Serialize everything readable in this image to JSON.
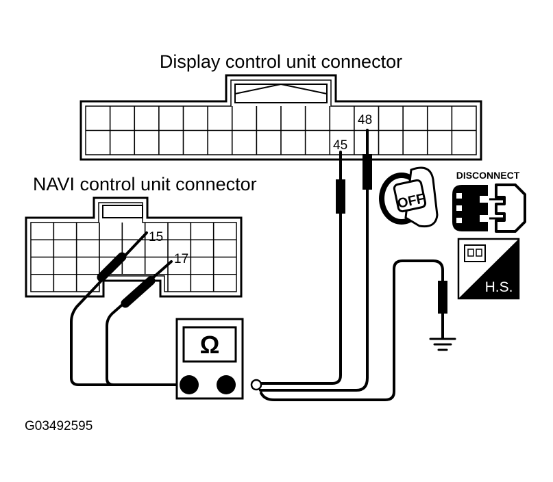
{
  "display_connector": {
    "label": "Display control unit connector",
    "pins": [
      "45",
      "48"
    ]
  },
  "navi_connector": {
    "label": "NAVI control unit connector",
    "pins": [
      "15",
      "17"
    ]
  },
  "ignition": {
    "text": "OFF",
    "icon": "ignition-key-off-icon"
  },
  "disconnect": {
    "label": "DISCONNECT",
    "icon": "connector-disconnect-icon"
  },
  "harness_symbol": {
    "label": "H.S.",
    "icon": "harness-connector-icon"
  },
  "ohmmeter": {
    "symbol": "Ω",
    "icon": "ohmmeter-icon"
  },
  "ground": {
    "icon": "ground-symbol-icon"
  },
  "figure_code": "G03492595",
  "colors": {
    "ink": "#000000",
    "paper": "#ffffff"
  }
}
